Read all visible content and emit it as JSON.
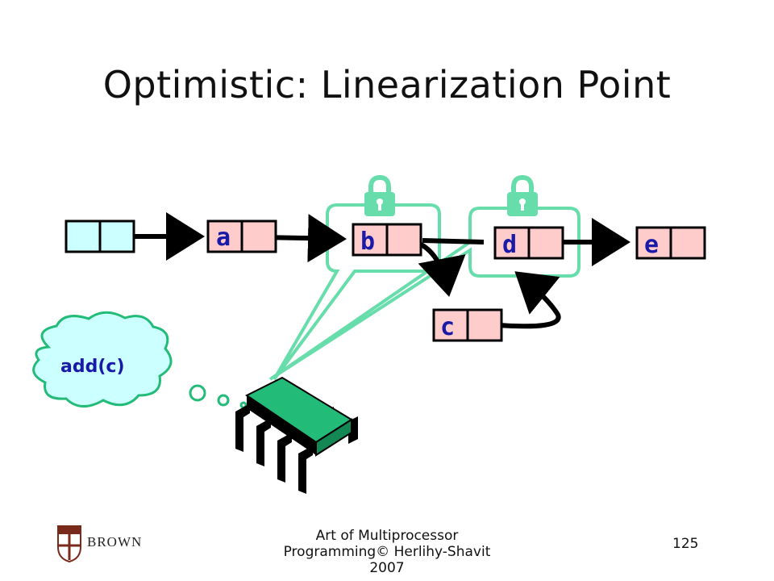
{
  "slide": {
    "title": "Optimistic: Linearization Point",
    "page_number": "125",
    "footer_line1": "Art of Multiprocessor",
    "footer_line2": "Programming© Herlihy-Shavit",
    "footer_line3": "2007",
    "logo_text": "BROWN"
  },
  "thought": {
    "text": "add(c)"
  },
  "nodes": {
    "a": "a",
    "b": "b",
    "c": "c",
    "d": "d",
    "e": "e"
  },
  "colors": {
    "node_fill": "#ffcccc",
    "head_fill": "#ccffff",
    "lock_green": "#66ddaa",
    "chip_green": "#22bb77",
    "label_blue": "#1a1aa8"
  }
}
